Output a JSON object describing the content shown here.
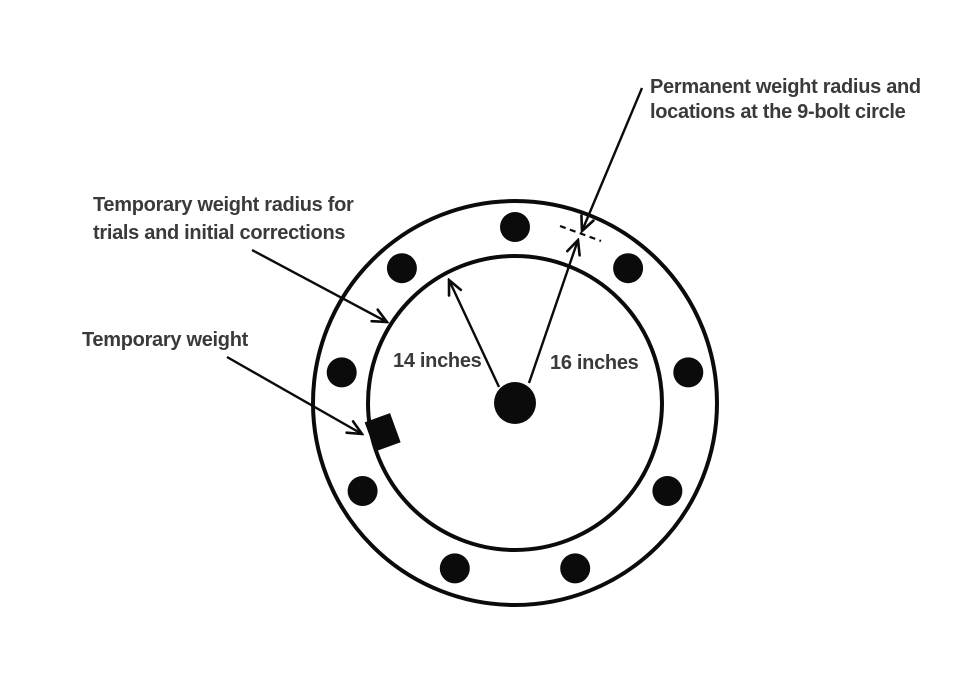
{
  "diagram": {
    "labels": {
      "permanent_weight": {
        "line1": "Permanent weight radius and",
        "line2": "locations at the 9-bolt circle"
      },
      "temporary_radius": {
        "line1": "Temporary weight radius for",
        "line2": "trials and initial corrections"
      },
      "temporary_weight": "Temporary weight",
      "inner_radius_dim": "14 inches",
      "outer_radius_dim": "16 inches"
    },
    "bolt_circle": {
      "bolt_count": 9,
      "permanent_weight_radius_inches": 16,
      "temporary_weight_radius_inches": 14
    },
    "colors": {
      "stroke": "#0b0b0b",
      "text": "#3a3a3a",
      "background": "#ffffff"
    }
  }
}
